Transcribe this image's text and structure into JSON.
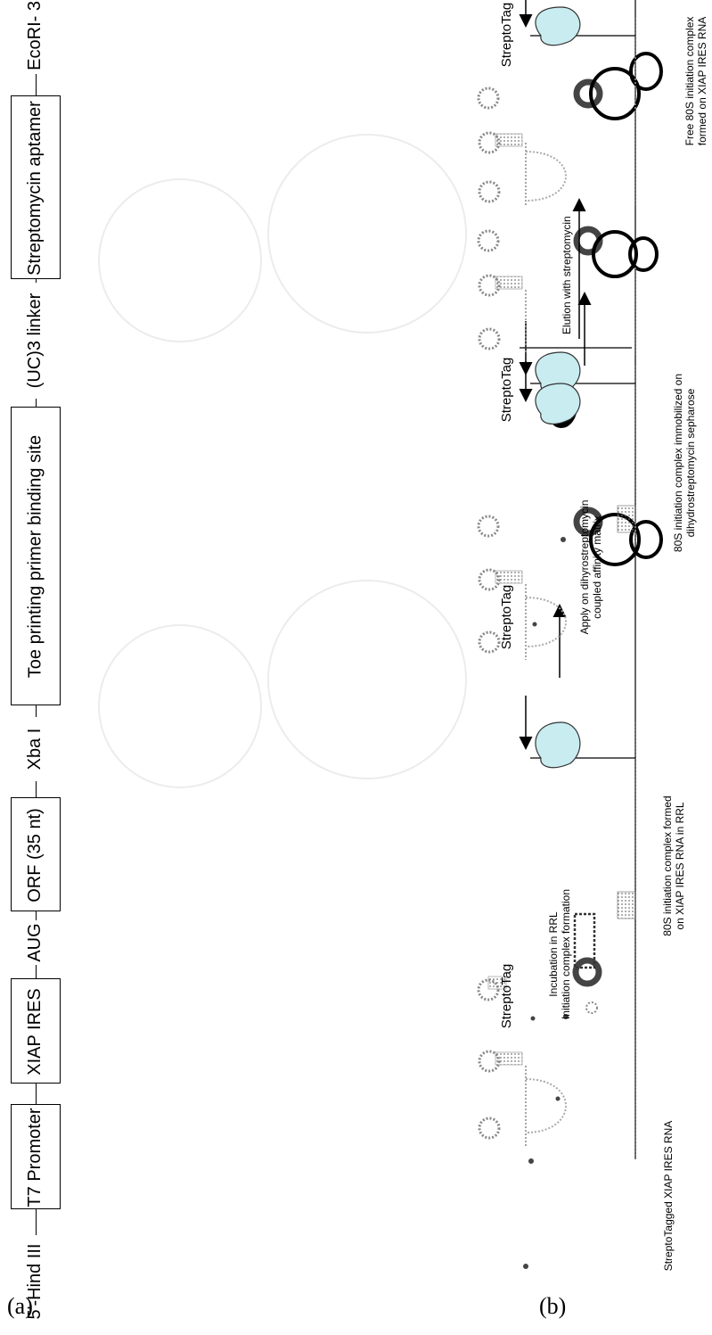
{
  "panel_a": {
    "label": "(a)",
    "five_prime": "5'-Hind III",
    "boxes": [
      "T7 Promoter",
      "XIAP IRES",
      "ORF (35 nt)",
      "Toe printing primer binding site",
      "Streptomycin aptamer"
    ],
    "links": [
      "AUG",
      "Xba I",
      "(UC)3 linker"
    ],
    "three_prime": "EcoRI- 3'"
  },
  "panel_b": {
    "label": "(b)",
    "tag": "StreptoTag",
    "captions": [
      "StreptoTagged XIAP IRES RNA",
      "80S initiation complex formed\non XIAP IRES RNA in RRL",
      "80S initiation complex immobilized on\ndihydrostreptomycin sepharose",
      "Free 80S initiation complex\nformed on XIAP IRES RNA"
    ],
    "steps": [
      "Incubation in RRL\nInitiation complex formation",
      "Apply on dihyrostreptomycin\ncoupled affinity matrix",
      "Elution with streptomycin"
    ]
  }
}
